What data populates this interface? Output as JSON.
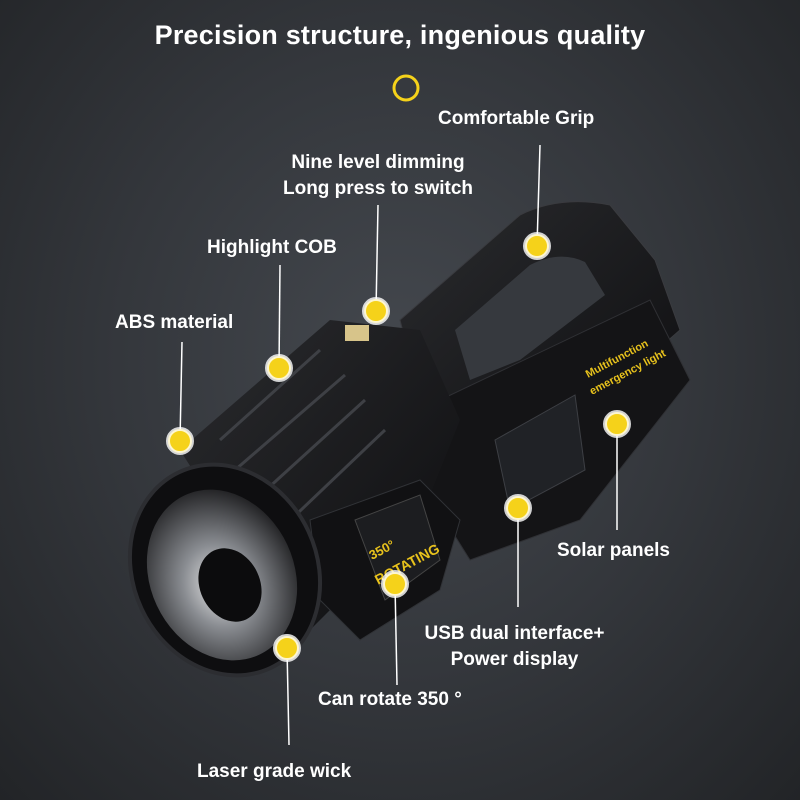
{
  "title": "Precision structure, ingenious quality",
  "product_text": {
    "rotating_degree": "350°",
    "rotating_label": "ROTATING",
    "panel_line1": "Multifunction",
    "panel_line2": "emergency light"
  },
  "callouts": [
    {
      "id": "grip",
      "lines": [
        "Comfortable Grip"
      ]
    },
    {
      "id": "dimming",
      "lines": [
        "Nine level dimming",
        "Long press to switch"
      ]
    },
    {
      "id": "cob",
      "lines": [
        "Highlight COB"
      ]
    },
    {
      "id": "abs",
      "lines": [
        "ABS material"
      ]
    },
    {
      "id": "solar",
      "lines": [
        "Solar panels"
      ]
    },
    {
      "id": "usb",
      "lines": [
        "USB dual interface+",
        "Power display"
      ]
    },
    {
      "id": "rotate",
      "lines": [
        "Can rotate 350 °"
      ]
    },
    {
      "id": "wick",
      "lines": [
        "Laser grade wick"
      ]
    }
  ],
  "colors": {
    "accent": "#f5d21a",
    "background": "#34373c"
  }
}
